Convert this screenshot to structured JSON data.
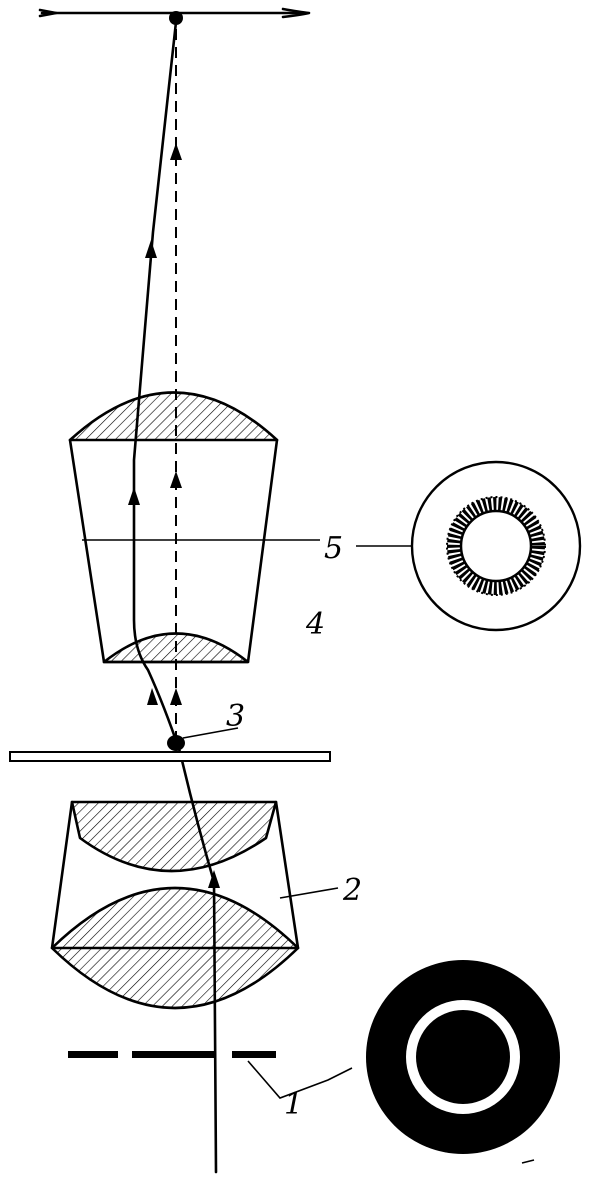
{
  "labels": {
    "annular_diaphragm": "1",
    "condenser": "2",
    "specimen": "3",
    "objective": "4",
    "phase_plate": "5"
  },
  "colors": {
    "ink": "#000000",
    "paper": "#ffffff"
  }
}
